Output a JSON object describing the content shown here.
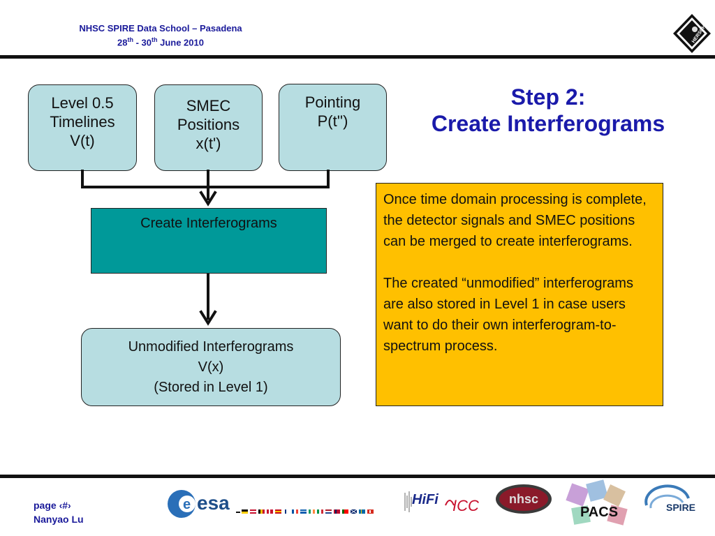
{
  "header": {
    "line1": "NHSC SPIRE Data School – Pasadena",
    "line2": {
      "d1": "28",
      "sup1": "th",
      "sep": " - 30",
      "sup2": "th",
      "rest": " June 2010"
    }
  },
  "title": {
    "line1": "Step 2:",
    "line2": "Create Interferograms"
  },
  "inputs": [
    {
      "lines": [
        "Level 0.5",
        "Timelines",
        "V(t)"
      ]
    },
    {
      "lines": [
        "SMEC",
        "Positions",
        "x(t')"
      ]
    },
    {
      "lines": [
        "Pointing",
        "P(t'')"
      ]
    }
  ],
  "process": {
    "label": "Create Interferograms"
  },
  "output": {
    "lines": [
      "Unmodified Interferograms",
      "V(x)",
      "(Stored in Level 1)"
    ]
  },
  "note": {
    "p1": "Once time domain processing is complete, the detector signals and SMEC positions can be merged to create interferograms.",
    "p2": "The created “unmodified” interferograms are also stored in Level 1 in case users want to do their own interferogram-to-spectrum process."
  },
  "footer": {
    "page": "page ‹#›",
    "author": "Nanyao Lu"
  },
  "logos": {
    "herschel": "HERSCHEL",
    "esa": "esa",
    "hifi": "HiFi",
    "icc": "ICC",
    "nhsc": "nhsc",
    "pacs": "PACS",
    "spire": "SPIRE"
  },
  "colors": {
    "input_box": "#b7dde1",
    "process_box": "#009999",
    "note_box": "#ffc000",
    "title": "#1a1aaa",
    "header_text": "#1a1a9a"
  }
}
